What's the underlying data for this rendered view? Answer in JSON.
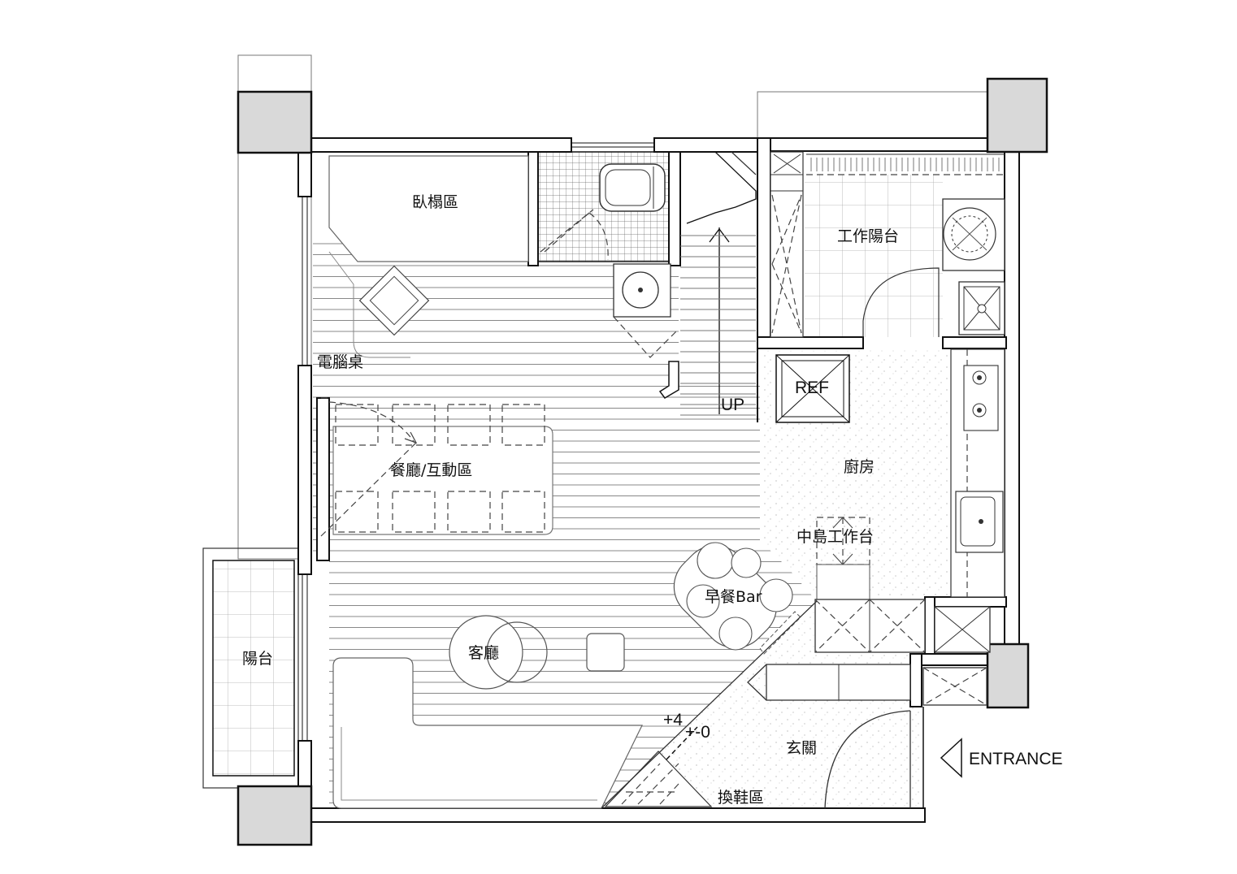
{
  "rooms": {
    "daybed": "臥榻區",
    "balcony_work": "工作陽台",
    "desk": "電腦桌",
    "fridge": "REF",
    "stairs": "UP",
    "dining": "餐廳/互動區",
    "kitchen": "廚房",
    "island": "中島工作台",
    "breakfast_bar": "早餐Bar",
    "balcony": "陽台",
    "living": "客廳",
    "foyer": "玄關",
    "shoe_area": "換鞋區"
  },
  "levels": {
    "upper": "+4",
    "lower": "+-0"
  },
  "entrance": {
    "label": "ENTRANCE",
    "icon": "triangle-arrow-icon"
  }
}
